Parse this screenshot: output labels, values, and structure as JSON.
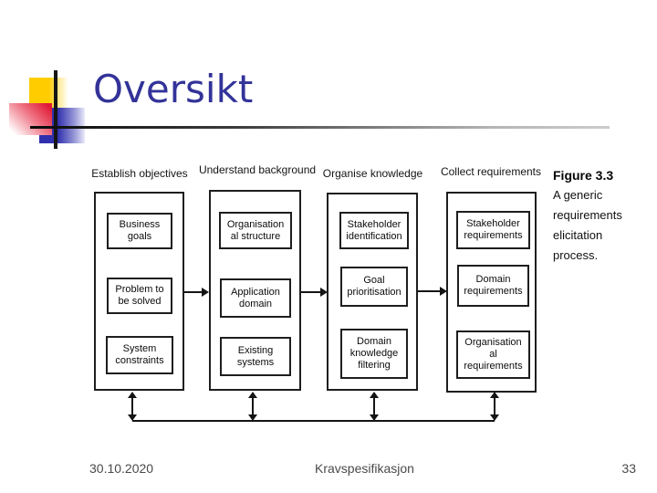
{
  "slide": {
    "title": "Oversikt",
    "footer": {
      "date": "30.10.2020",
      "label": "Kravspesifikasjon",
      "page": "33"
    }
  },
  "diagram": {
    "columns": [
      {
        "header": "Establish objectives",
        "boxes": [
          "Business\ngoals",
          "Problem to\nbe solved",
          "System\nconstraints"
        ]
      },
      {
        "header": "Understand background",
        "boxes": [
          "Organisation\nal structure",
          "Application\ndomain",
          "Existing\nsystems"
        ]
      },
      {
        "header": "Organise knowledge",
        "boxes": [
          "Stakeholder\nidentification",
          "Goal\nprioritisation",
          "Domain\nknowledge\nfiltering"
        ]
      },
      {
        "header": "Collect requirements",
        "boxes": [
          "Stakeholder\nrequirements",
          "Domain\nrequirements",
          "Organisation\nal\nrequirements"
        ]
      }
    ],
    "caption": {
      "title": "Figure 3.3",
      "lines": [
        "A generic",
        "requirements",
        "elicitation",
        "process."
      ]
    }
  },
  "colors": {
    "title_text": "#333399",
    "accent_yellow": "#ffcc00",
    "accent_red": "#e01935",
    "accent_blue": "#3030ae",
    "diagram_stroke": "#1e1e1e",
    "footer_text": "#4a4a4a"
  }
}
